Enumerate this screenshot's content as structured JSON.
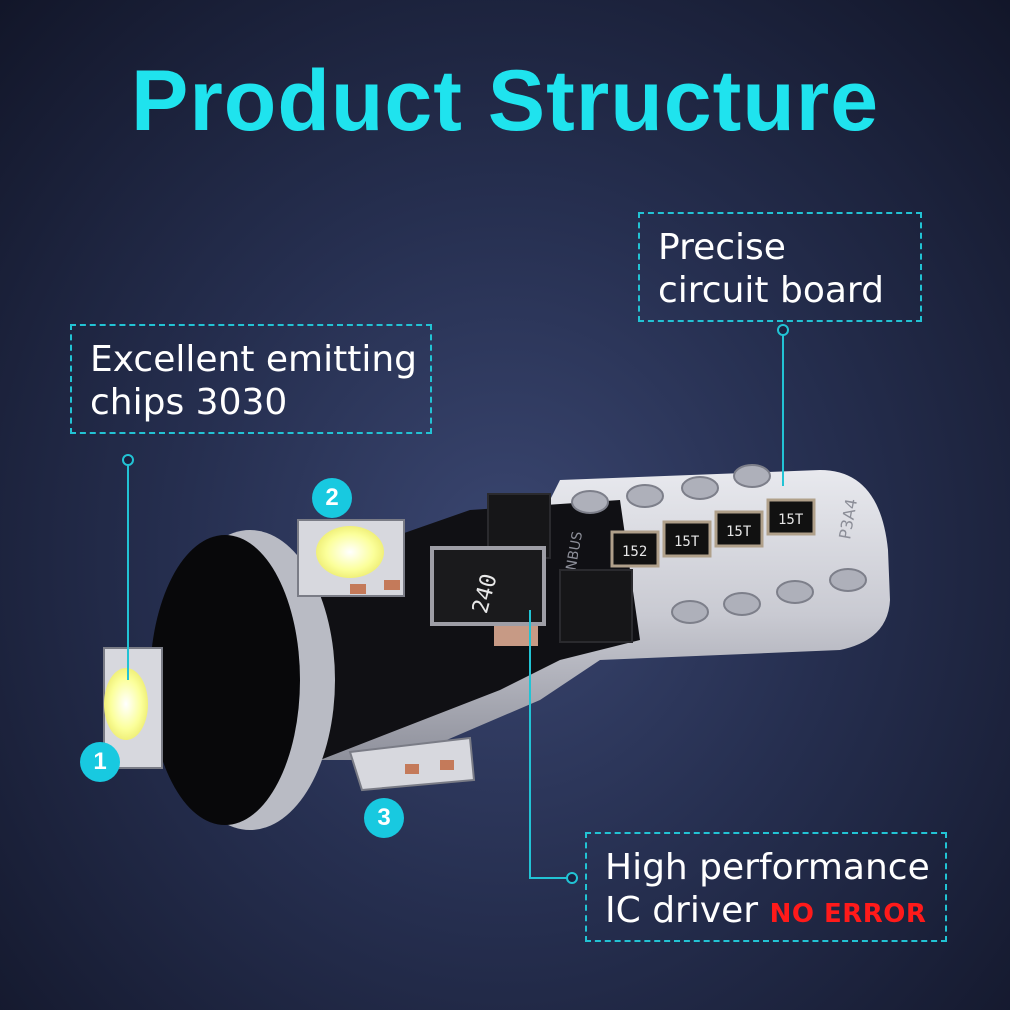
{
  "title": "Product Structure",
  "callouts": {
    "chips": {
      "line1": "Excellent emitting",
      "line2": "chips 3030"
    },
    "board": {
      "line1": "Precise",
      "line2": "circuit board"
    },
    "driver": {
      "line1": "High performance",
      "line2": "IC driver",
      "badge_text": "NO ERROR"
    }
  },
  "badges": [
    "1",
    "2",
    "3"
  ],
  "components": {
    "resistor_marking": "240",
    "smd_marking": "152",
    "smd_marking_b": "15T",
    "pcb_text_a": "CANBUS",
    "pcb_text_b": "P3A4"
  },
  "colors": {
    "accent": "#1fe3ee",
    "warning": "#ff1a1a",
    "background": "#262f50"
  }
}
